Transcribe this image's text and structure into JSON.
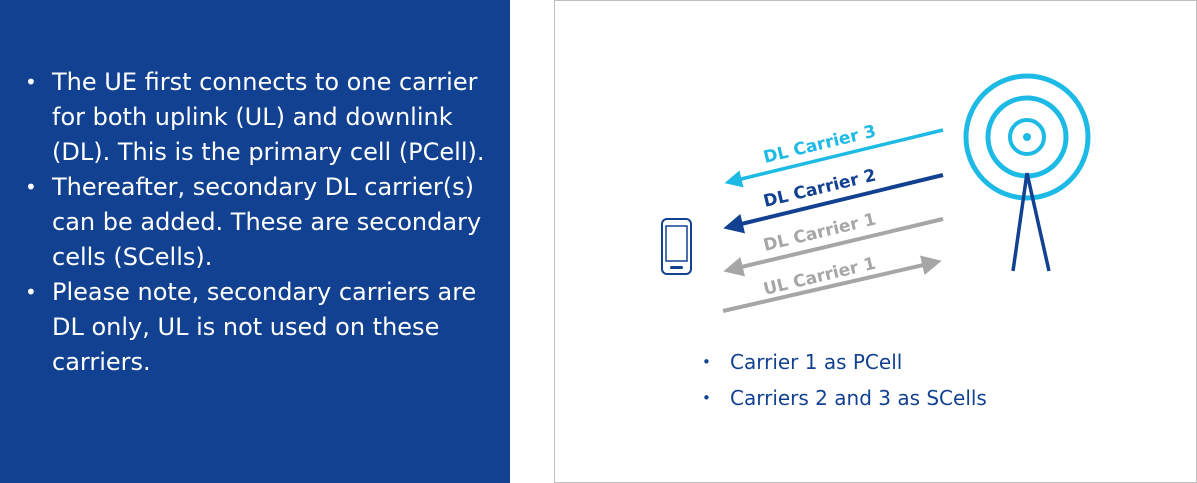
{
  "left": {
    "bullets": [
      "The UE first connects to one carrier for both uplink (UL) and downlink (DL). This is the primary cell (PCell).",
      "Thereafter, secondary DL carrier(s) can be added. These are secondary cells (SCells).",
      "Please note, secondary carriers are DL only, UL is not used on these carriers."
    ]
  },
  "diagram": {
    "carriers": [
      {
        "label": "DL Carrier 3",
        "color": "#1ebae6"
      },
      {
        "label": "DL Carrier 2",
        "color": "#124191"
      },
      {
        "label": "DL Carrier 1",
        "color": "#a6a6a6"
      },
      {
        "label": "UL Carrier 1",
        "color": "#a6a6a6"
      }
    ],
    "icons": {
      "device": "mobile-phone-icon",
      "tower": "cell-tower-icon"
    },
    "colors": {
      "navy": "#124191",
      "cyan": "#1ebae6",
      "grey": "#a6a6a6"
    }
  },
  "right": {
    "bullets": [
      "Carrier 1 as PCell",
      "Carriers 2 and 3 as SCells"
    ]
  }
}
